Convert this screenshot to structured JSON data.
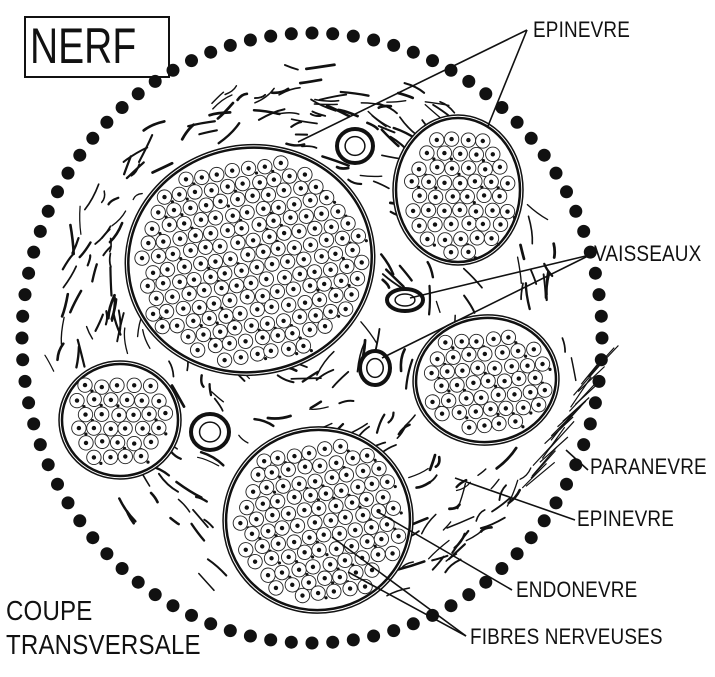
{
  "title": "NERF",
  "caption": {
    "line1": "COUPE",
    "line2": "TRANSVERSALE"
  },
  "labels": {
    "epinevre_top": "EPINEVRE",
    "vaisseaux": "VAISSEAUX",
    "paranevre": "PARANEVRE",
    "epinevre_bottom": "EPINEVRE",
    "endonevre": "ENDONEVRE",
    "fibres": "FIBRES NERVEUSES"
  }
}
